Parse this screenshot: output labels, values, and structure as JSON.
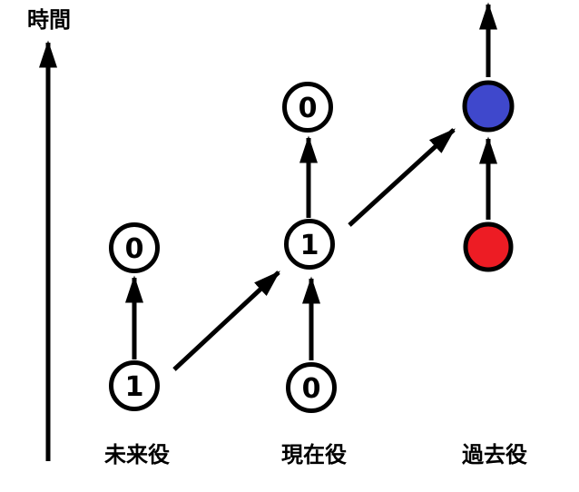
{
  "diagram": {
    "time_axis_label": "時間",
    "column_labels": {
      "future": "未来役",
      "present": "現在役",
      "past": "過去役"
    },
    "node_values": {
      "future_top": "0",
      "future_bottom": "1",
      "present_top": "0",
      "present_middle": "1",
      "present_bottom": "0"
    },
    "colors": {
      "past_top_fill": "#3F48CC",
      "past_bottom_fill": "#ED1C24",
      "line": "#000000",
      "node_fill": "#FFFFFF",
      "background": "#FFFFFF"
    }
  }
}
